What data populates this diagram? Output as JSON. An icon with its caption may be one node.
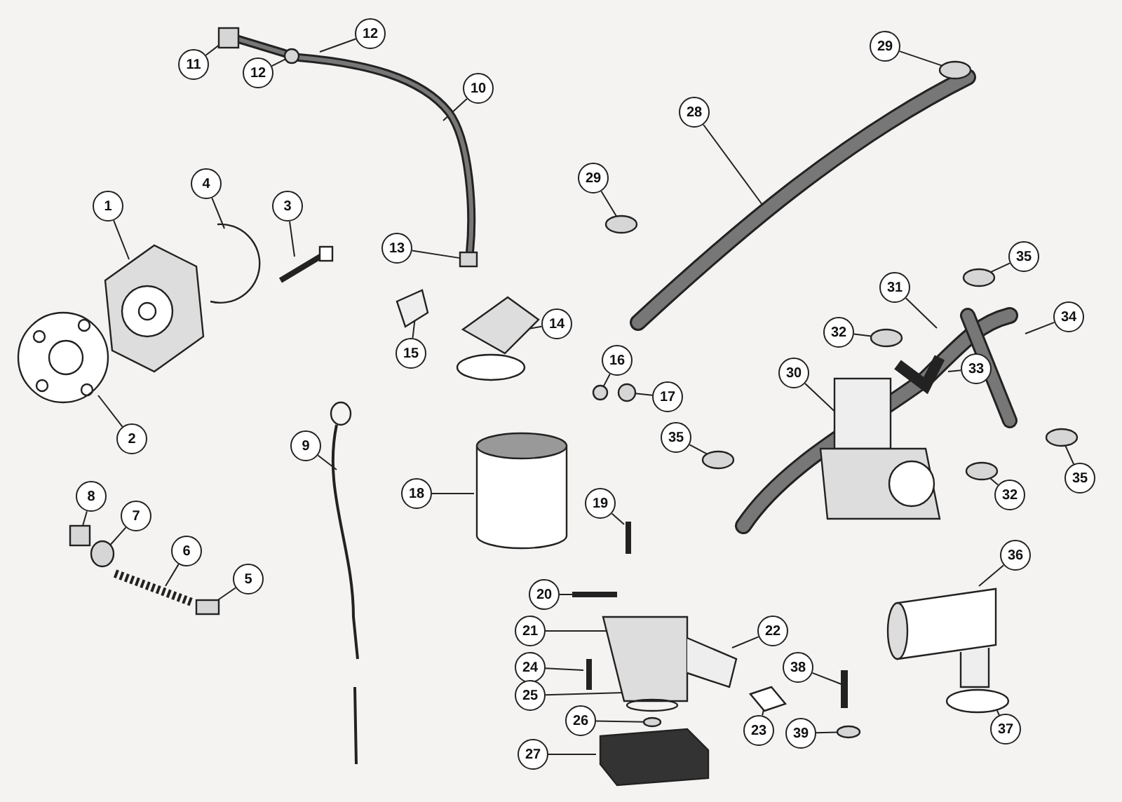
{
  "diagram": {
    "nodes": [
      {
        "text": [
          "1"
        ]
      },
      {
        "text": [
          "2"
        ]
      },
      {
        "text": [
          "3"
        ]
      },
      {
        "text": [
          "4"
        ]
      },
      {
        "text": [
          "5"
        ]
      },
      {
        "text": [
          "6"
        ]
      },
      {
        "text": [
          "7"
        ]
      },
      {
        "text": [
          "8"
        ]
      },
      {
        "text": [
          "9"
        ]
      },
      {
        "text": [
          "10"
        ]
      },
      {
        "text": [
          "11"
        ]
      },
      {
        "text": [
          "12"
        ]
      },
      {
        "text": [
          "12"
        ]
      },
      {
        "text": [
          "13"
        ]
      },
      {
        "text": [
          "14"
        ]
      },
      {
        "text": [
          "15"
        ]
      },
      {
        "text": [
          "16"
        ]
      },
      {
        "text": [
          "17"
        ]
      },
      {
        "text": [
          "18"
        ]
      },
      {
        "text": [
          "19"
        ]
      },
      {
        "text": [
          "20"
        ]
      },
      {
        "text": [
          "21"
        ]
      },
      {
        "text": [
          "22"
        ]
      },
      {
        "text": [
          "23"
        ]
      },
      {
        "text": [
          "24"
        ]
      },
      {
        "text": [
          "25"
        ]
      },
      {
        "text": [
          "26"
        ]
      },
      {
        "text": [
          "27"
        ]
      },
      {
        "text": [
          "28"
        ]
      },
      {
        "text": [
          "29"
        ]
      },
      {
        "text": [
          "29"
        ]
      },
      {
        "text": [
          "30"
        ]
      },
      {
        "text": [
          "31"
        ]
      },
      {
        "text": [
          "32"
        ]
      },
      {
        "text": [
          "32"
        ]
      },
      {
        "text": [
          "33"
        ]
      },
      {
        "text": [
          "34"
        ]
      },
      {
        "text": [
          "35"
        ]
      },
      {
        "text": [
          "35"
        ]
      },
      {
        "text": [
          "35"
        ]
      },
      {
        "text": [
          "36"
        ]
      },
      {
        "text": [
          "37"
        ]
      },
      {
        "text": [
          "38"
        ]
      },
      {
        "text": [
          "39"
        ]
      },
      {
        "text": [],
        "shape": "box"
      },
      {
        "text": [],
        "shape": "circle"
      },
      {
        "text": [],
        "shape": "box"
      },
      {
        "text": [],
        "shape": "box"
      },
      {
        "text": [],
        "shape": "circle"
      },
      {
        "text": [],
        "shape": "box"
      },
      {
        "text": [],
        "shape": "circle"
      },
      {
        "text": [],
        "shape": "circle"
      },
      {
        "text": [],
        "shape": "circle"
      },
      {
        "text": [],
        "shape": "circle"
      },
      {
        "text": [],
        "shape": "circle"
      },
      {
        "text": [],
        "shape": "circle"
      },
      {
        "text": [],
        "shape": "circle"
      },
      {
        "text": [],
        "shape": "circle"
      },
      {
        "text": [],
        "shape": "circle"
      },
      {
        "text": [],
        "shape": "circle"
      },
      {
        "text": [],
        "shape": "circle"
      }
    ],
    "edges": [
      {
        "from": 0,
        "to": null,
        "arrow": "none"
      },
      {
        "from": 1,
        "to": null,
        "arrow": "none"
      },
      {
        "from": 2,
        "to": null,
        "arrow": "none"
      },
      {
        "from": 3,
        "to": null,
        "arrow": "none"
      },
      {
        "from": 4,
        "to": 44,
        "arrow": "none"
      },
      {
        "from": 5,
        "to": null,
        "arrow": "none"
      },
      {
        "from": 6,
        "to": 45,
        "arrow": "none"
      },
      {
        "from": 7,
        "to": 46,
        "arrow": "none"
      },
      {
        "from": 8,
        "to": null,
        "arrow": "none"
      },
      {
        "from": 9,
        "to": null,
        "arrow": "none"
      },
      {
        "from": 10,
        "to": 47,
        "arrow": "none"
      },
      {
        "from": 11,
        "to": null,
        "arrow": "none"
      },
      {
        "from": 12,
        "to": 48,
        "arrow": "none"
      },
      {
        "from": 13,
        "to": 49,
        "arrow": "none"
      },
      {
        "from": 14,
        "to": null,
        "arrow": "none"
      },
      {
        "from": 15,
        "to": null,
        "arrow": "none"
      },
      {
        "from": 16,
        "to": 50,
        "arrow": "none"
      },
      {
        "from": 17,
        "to": 51,
        "arrow": "none"
      },
      {
        "from": 18,
        "to": null,
        "arrow": "none"
      },
      {
        "from": 19,
        "to": null,
        "arrow": "none"
      },
      {
        "from": 20,
        "to": null,
        "arrow": "none"
      },
      {
        "from": 21,
        "to": null,
        "arrow": "none"
      },
      {
        "from": 22,
        "to": null,
        "arrow": "none"
      },
      {
        "from": 23,
        "to": null,
        "arrow": "none"
      },
      {
        "from": 24,
        "to": null,
        "arrow": "none"
      },
      {
        "from": 25,
        "to": null,
        "arrow": "none"
      },
      {
        "from": 26,
        "to": 52,
        "arrow": "none"
      },
      {
        "from": 27,
        "to": null,
        "arrow": "none"
      },
      {
        "from": 28,
        "to": null,
        "arrow": "none"
      },
      {
        "from": 29,
        "to": 53,
        "arrow": "none"
      },
      {
        "from": 30,
        "to": 54,
        "arrow": "none"
      },
      {
        "from": 31,
        "to": null,
        "arrow": "none"
      },
      {
        "from": 32,
        "to": null,
        "arrow": "none"
      },
      {
        "from": 33,
        "to": 55,
        "arrow": "none"
      },
      {
        "from": 34,
        "to": 56,
        "arrow": "none"
      },
      {
        "from": 35,
        "to": null,
        "arrow": "none"
      },
      {
        "from": 36,
        "to": null,
        "arrow": "none"
      },
      {
        "from": 37,
        "to": 57,
        "arrow": "none"
      },
      {
        "from": 38,
        "to": 58,
        "arrow": "none"
      },
      {
        "from": 39,
        "to": 59,
        "arrow": "none"
      },
      {
        "from": 40,
        "to": null,
        "arrow": "none"
      },
      {
        "from": 41,
        "to": null,
        "arrow": "none"
      },
      {
        "from": 42,
        "to": null,
        "arrow": "none"
      },
      {
        "from": 43,
        "to": 60,
        "arrow": "none"
      }
    ]
  }
}
